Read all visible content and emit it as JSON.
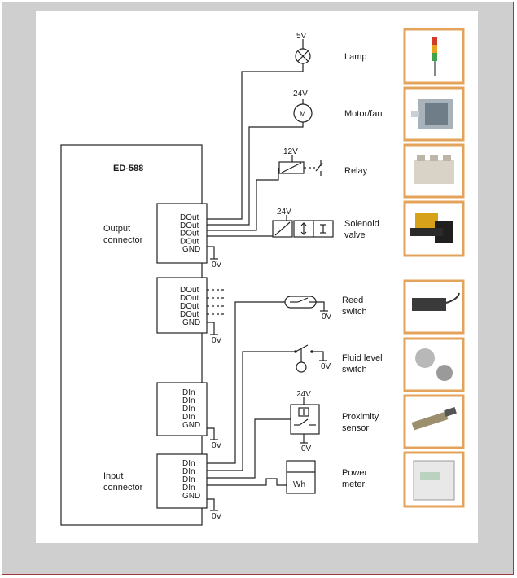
{
  "device": {
    "name": "ED-588"
  },
  "connectors": {
    "output_label": [
      "Output",
      "connector"
    ],
    "input_label": [
      "Input",
      "connector"
    ],
    "output_pins_a": [
      "DOut",
      "DOut",
      "DOut",
      "DOut",
      "GND"
    ],
    "output_pins_b": [
      "DOut",
      "DOut",
      "DOut",
      "DOut",
      "GND"
    ],
    "input_pins_a": [
      "DIn",
      "DIn",
      "DIn",
      "DIn",
      "GND"
    ],
    "input_pins_b": [
      "DIn",
      "DIn",
      "DIn",
      "DIn",
      "GND"
    ],
    "ground": "0V"
  },
  "outputs": [
    {
      "label": [
        "Lamp"
      ],
      "voltage": "5V",
      "icon": "lamp-icon",
      "photo": "signal-tower-photo"
    },
    {
      "label": [
        "Motor/fan"
      ],
      "voltage": "24V",
      "icon": "motor-icon",
      "symbol": "M",
      "photo": "motor-photo"
    },
    {
      "label": [
        "Relay"
      ],
      "voltage": "12V",
      "icon": "relay-icon",
      "photo": "relay-photo"
    },
    {
      "label": [
        "Solenoid",
        "valve"
      ],
      "voltage": "24V",
      "icon": "solenoid-valve-icon",
      "photo": "solenoid-valve-photo"
    }
  ],
  "inputs": [
    {
      "label": [
        "Reed",
        "switch"
      ],
      "icon": "reed-switch-icon",
      "photo": "reed-switch-photo"
    },
    {
      "label": [
        "Fluid level",
        "switch"
      ],
      "icon": "float-switch-icon",
      "photo": "float-switch-photo"
    },
    {
      "label": [
        "Proximity",
        "sensor"
      ],
      "voltage": "24V",
      "icon": "proximity-sensor-icon",
      "photo": "proximity-sensor-photo"
    },
    {
      "label": [
        "Power",
        "meter"
      ],
      "icon": "power-meter-icon",
      "symbol": "Wh",
      "photo": "power-meter-photo"
    }
  ]
}
